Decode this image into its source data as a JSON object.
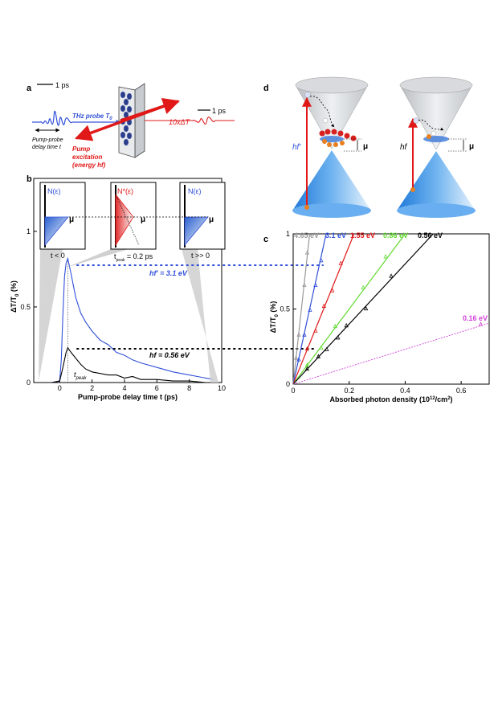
{
  "panels": {
    "a": "a",
    "b": "b",
    "c": "c",
    "d": "d"
  },
  "panel_a": {
    "scale1": "1 ps",
    "probe_label": "THz probe T",
    "probe_sub": "0",
    "delay_label_1": "Pump-probe",
    "delay_label_2": "delay time t",
    "pump_label_1": "Pump",
    "pump_label_2": "excitation",
    "pump_label_3": "(energy hf)",
    "transmitted_label": "10xΔT",
    "scale2": "1 ps"
  },
  "panel_b": {
    "inset1_title": "N(ε)",
    "inset2_title": "N*(ε)",
    "inset3_title": "N(ε)",
    "mu": "μ",
    "inset1_caption": "t < 0",
    "inset2_caption_t": "t",
    "inset2_caption_sub": "peak",
    "inset2_caption_rest": " = 0.2 ps",
    "inset3_caption": "t >> 0",
    "hf_blue_label": "hf' = 3.1 eV",
    "hf_black_label": "hf = 0.56 eV",
    "tpeak_label": "t",
    "tpeak_sub": "peak",
    "colors": {
      "blue": "#3050d8",
      "black": "#000000"
    }
  },
  "panel_d": {
    "hf_prime": "hf'",
    "hf": "hf",
    "mu": "μ"
  },
  "chart_data": [
    {
      "type": "line",
      "panel": "b",
      "xlabel": "Pump-probe delay time t (ps)",
      "ylabel": "ΔT/T",
      "ylabel_sub": "0",
      "ylabel_unit": "(%)",
      "xlim": [
        -1.6,
        10
      ],
      "ylim": [
        0,
        1.35
      ],
      "xticks": [
        0,
        2,
        4,
        6,
        8,
        10
      ],
      "yticks": [
        0,
        0.5,
        1
      ],
      "ytick_labels": [
        "0",
        "0.5",
        "1"
      ],
      "series": [
        {
          "color": "#3050d8",
          "x": [
            -1.5,
            -0.5,
            0,
            0.1,
            0.2,
            0.3,
            0.4,
            0.5,
            0.7,
            1.0,
            1.3,
            1.6,
            2.0,
            2.5,
            3.0,
            3.5,
            4.0,
            4.5,
            5.0,
            6.0,
            7.0,
            8.0,
            9.0,
            9.5
          ],
          "y": [
            0,
            0,
            0.01,
            0.15,
            0.45,
            0.7,
            0.79,
            0.82,
            0.72,
            0.56,
            0.46,
            0.4,
            0.34,
            0.28,
            0.25,
            0.2,
            0.18,
            0.15,
            0.13,
            0.1,
            0.07,
            0.05,
            0.03,
            0.02
          ]
        },
        {
          "color": "#000000",
          "x": [
            -1.5,
            -0.5,
            0,
            0.2,
            0.4,
            0.5,
            0.7,
            1.0,
            1.3,
            1.6,
            2.0,
            2.5,
            3.0,
            3.5,
            4.0,
            4.5,
            5.0,
            6.0,
            7.0,
            8.0,
            9.0
          ],
          "y": [
            0,
            0,
            0.01,
            0.1,
            0.2,
            0.23,
            0.2,
            0.16,
            0.12,
            0.09,
            0.07,
            0.06,
            0.05,
            0.05,
            0.03,
            0.04,
            0.02,
            0.02,
            0.01,
            0.01,
            0
          ]
        }
      ]
    },
    {
      "type": "scatter",
      "panel": "c",
      "xlabel": "Absorbed photon density (10",
      "xlabel_sup": "12",
      "xlabel_rest": "/cm",
      "xlabel_sup2": "2",
      "xlabel_end": ")",
      "ylabel": "ΔT/T",
      "ylabel_sub": "0",
      "ylabel_unit": "(%)",
      "xlim": [
        0,
        0.7
      ],
      "ylim": [
        0,
        1
      ],
      "xticks": [
        0,
        0.2,
        0.4,
        0.6
      ],
      "xtick_labels": [
        "0",
        "0.2",
        "0.4",
        "0.6"
      ],
      "yticks": [
        0,
        0.5,
        1
      ],
      "ytick_labels": [
        "0",
        "0.5",
        "1"
      ],
      "series": [
        {
          "name": "4.65 eV",
          "color": "#999999",
          "slope": 17,
          "x": [
            0.01,
            0.02,
            0.04,
            0.05
          ]
        },
        {
          "name": "3.1 eV",
          "color": "#3050d8",
          "slope": 8.5,
          "x": [
            0.02,
            0.04,
            0.06,
            0.08,
            0.1
          ]
        },
        {
          "name": "1.55 eV",
          "color": "#e01818",
          "slope": 4.6,
          "x": [
            0.05,
            0.08,
            0.11,
            0.14,
            0.17
          ]
        },
        {
          "name": "0.86 eV",
          "color": "#60d830",
          "slope": 2.5,
          "x": [
            0.05,
            0.1,
            0.15,
            0.25,
            0.33
          ]
        },
        {
          "name": "0.56 eV",
          "color": "#000000",
          "slope": 2.0,
          "x": [
            0.05,
            0.09,
            0.12,
            0.16,
            0.19,
            0.26,
            0.35
          ]
        },
        {
          "name": "0.16 eV",
          "color": "#d040d8",
          "slope": 0.58,
          "x": [
            0.67
          ]
        }
      ]
    }
  ]
}
